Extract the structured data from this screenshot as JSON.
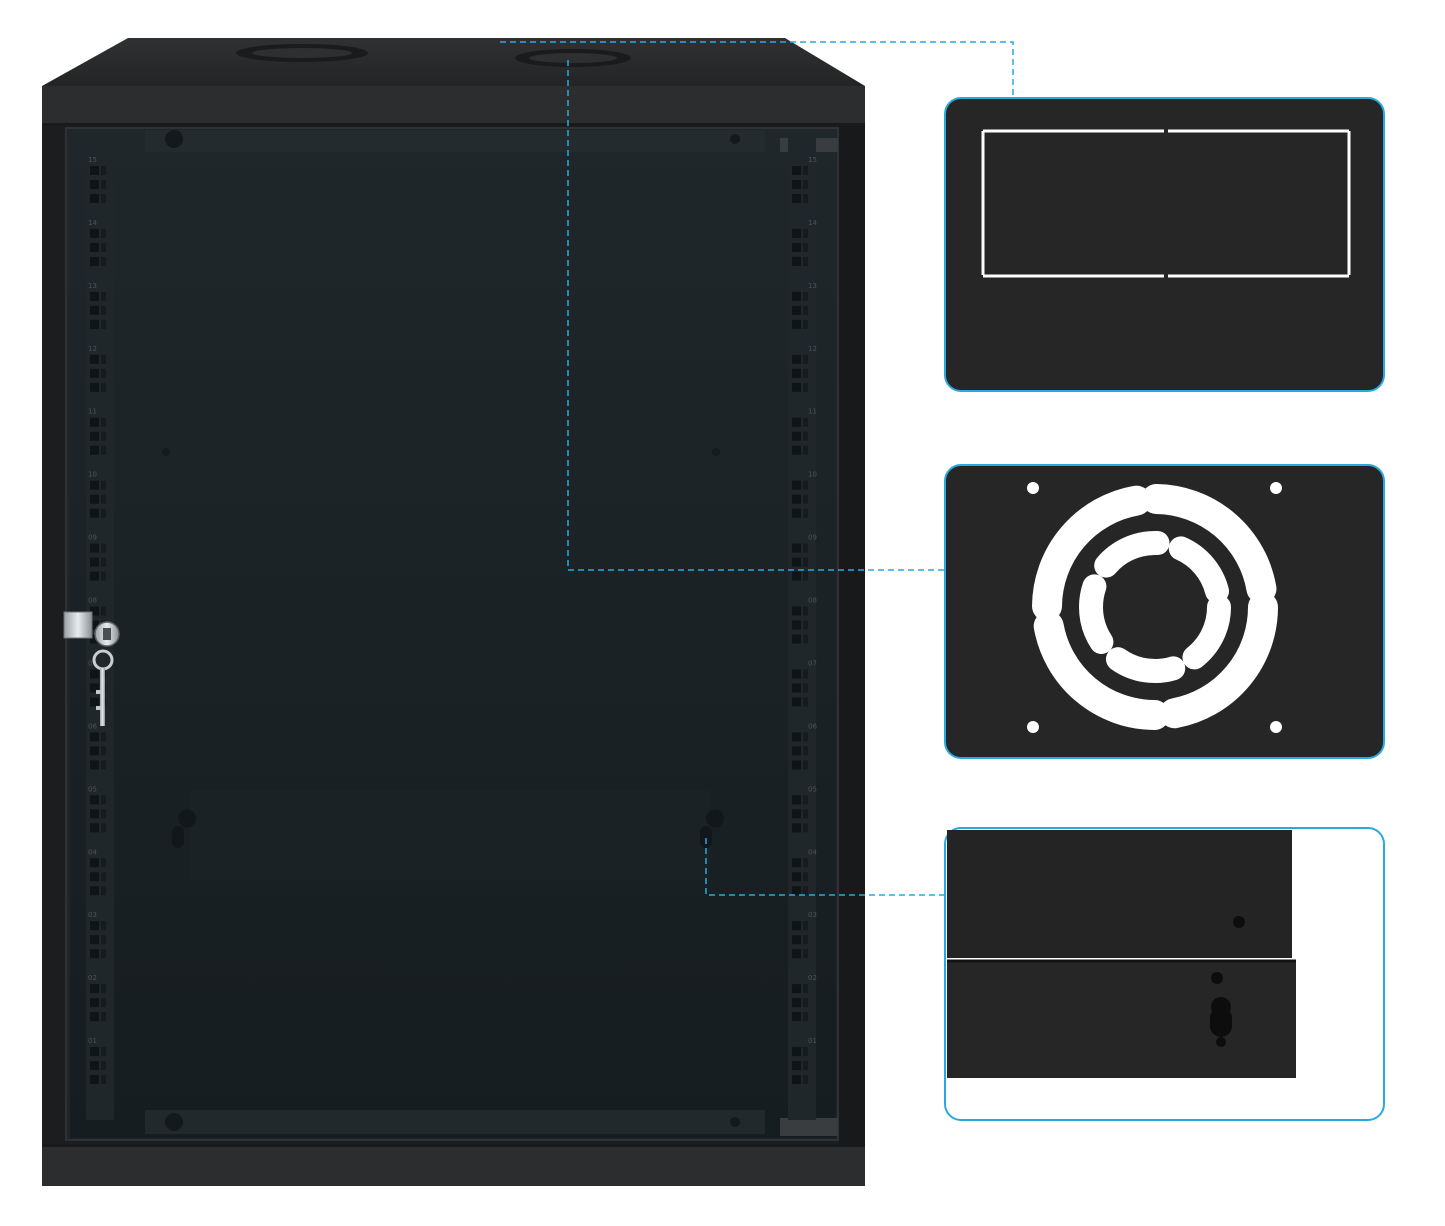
{
  "colors": {
    "background": "#ffffff",
    "cabinet_body": "#1b1c1e",
    "cabinet_top": "#2a2b2d",
    "glass": "#1a2226",
    "callout_line": "#2aa9e0",
    "panel_border": "#2aa9e0",
    "panel_fill": "#262626"
  },
  "cabinet": {
    "rack_unit_labels": [
      "15",
      "14",
      "13",
      "12",
      "11",
      "10",
      "09",
      "08",
      "07",
      "06",
      "05",
      "04",
      "03",
      "02",
      "01"
    ]
  },
  "panels": [
    {
      "name": "top-cable-entry-detail",
      "icon": "cable-entry-cutout-icon"
    },
    {
      "name": "top-fan-mount-detail",
      "icon": "fan-vent-icon"
    },
    {
      "name": "wall-mount-keyhole-detail",
      "icon": "keyhole-icon"
    }
  ]
}
